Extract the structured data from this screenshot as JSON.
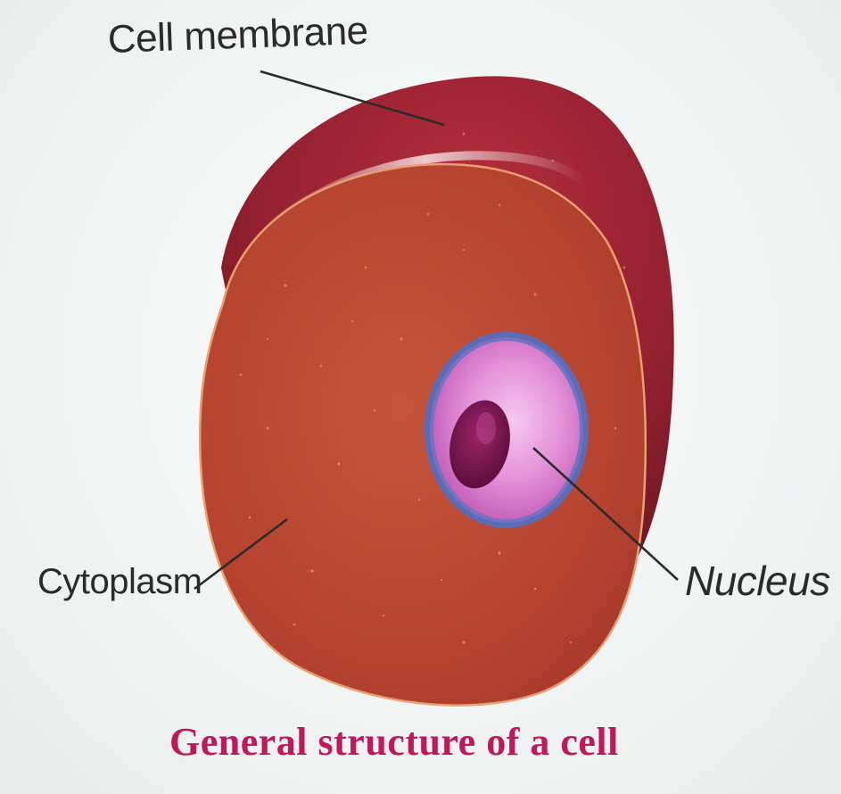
{
  "labels": {
    "cell_membrane": "Cell membrane",
    "cytoplasm": "Cytoplasm",
    "nucleus": "Nucleus"
  },
  "caption": "General structure of a cell",
  "colors": {
    "caption": "#c2185b",
    "label_text": "#2b2b2b",
    "cytoplasm": "#b8452e",
    "membrane": "#8e1f2a",
    "nucleus": "#e08fd6",
    "nucleus_outline": "#5a6bb8",
    "nucleolus": "#7a1450"
  }
}
